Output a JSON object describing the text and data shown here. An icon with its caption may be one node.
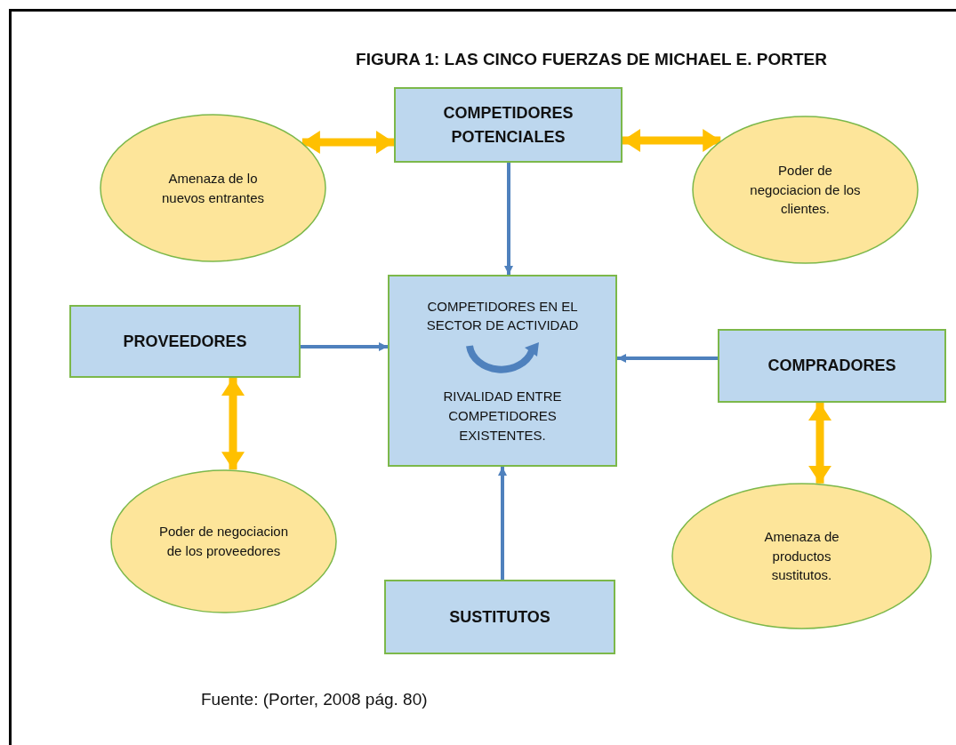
{
  "diagram": {
    "title": "FIGURA 1: LAS CINCO FUERZAS DE MICHAEL E. PORTER",
    "nodes": [
      {
        "text": [
          "COMPETIDORES POTENCIALES"
        ]
      },
      {
        "text": [
          "Amenaza de lo nuevos entrantes"
        ]
      },
      {
        "text": [
          "Poder de negociacion de los clientes."
        ]
      },
      {
        "text": [
          "PROVEEDORES"
        ]
      },
      {
        "text": [
          "COMPETIDORES EN EL SECTOR DE ACTIVIDAD",
          "RIVALIDAD ENTRE COMPETIDORES EXISTENTES."
        ]
      },
      {
        "text": [
          "COMPRADORES"
        ]
      },
      {
        "text": [
          "Poder de negociacion de los proveedores"
        ]
      },
      {
        "text": [
          "Amenaza de productos sustitutos."
        ]
      },
      {
        "text": [
          "SUSTITUTOS"
        ]
      }
    ],
    "edges": [
      {
        "from": 1,
        "to": 0,
        "arrow": "both",
        "style": "thick"
      },
      {
        "from": 0,
        "to": 2,
        "arrow": "both",
        "style": "thick"
      },
      {
        "from": 0,
        "to": 4,
        "arrow": "to",
        "color": "#4f81bd"
      },
      {
        "from": 3,
        "to": 4,
        "arrow": "to",
        "color": "#4f81bd"
      },
      {
        "from": 5,
        "to": 4,
        "arrow": "to",
        "color": "#4f81bd"
      },
      {
        "from": 3,
        "to": 6,
        "arrow": "both",
        "style": "thick"
      },
      {
        "from": 5,
        "to": 7,
        "arrow": "both",
        "style": "thick"
      },
      {
        "from": 8,
        "to": 4,
        "arrow": "to",
        "color": "#4f81bd"
      }
    ],
    "caption": "Fuente: (Porter, 2008 pág. 80)"
  }
}
